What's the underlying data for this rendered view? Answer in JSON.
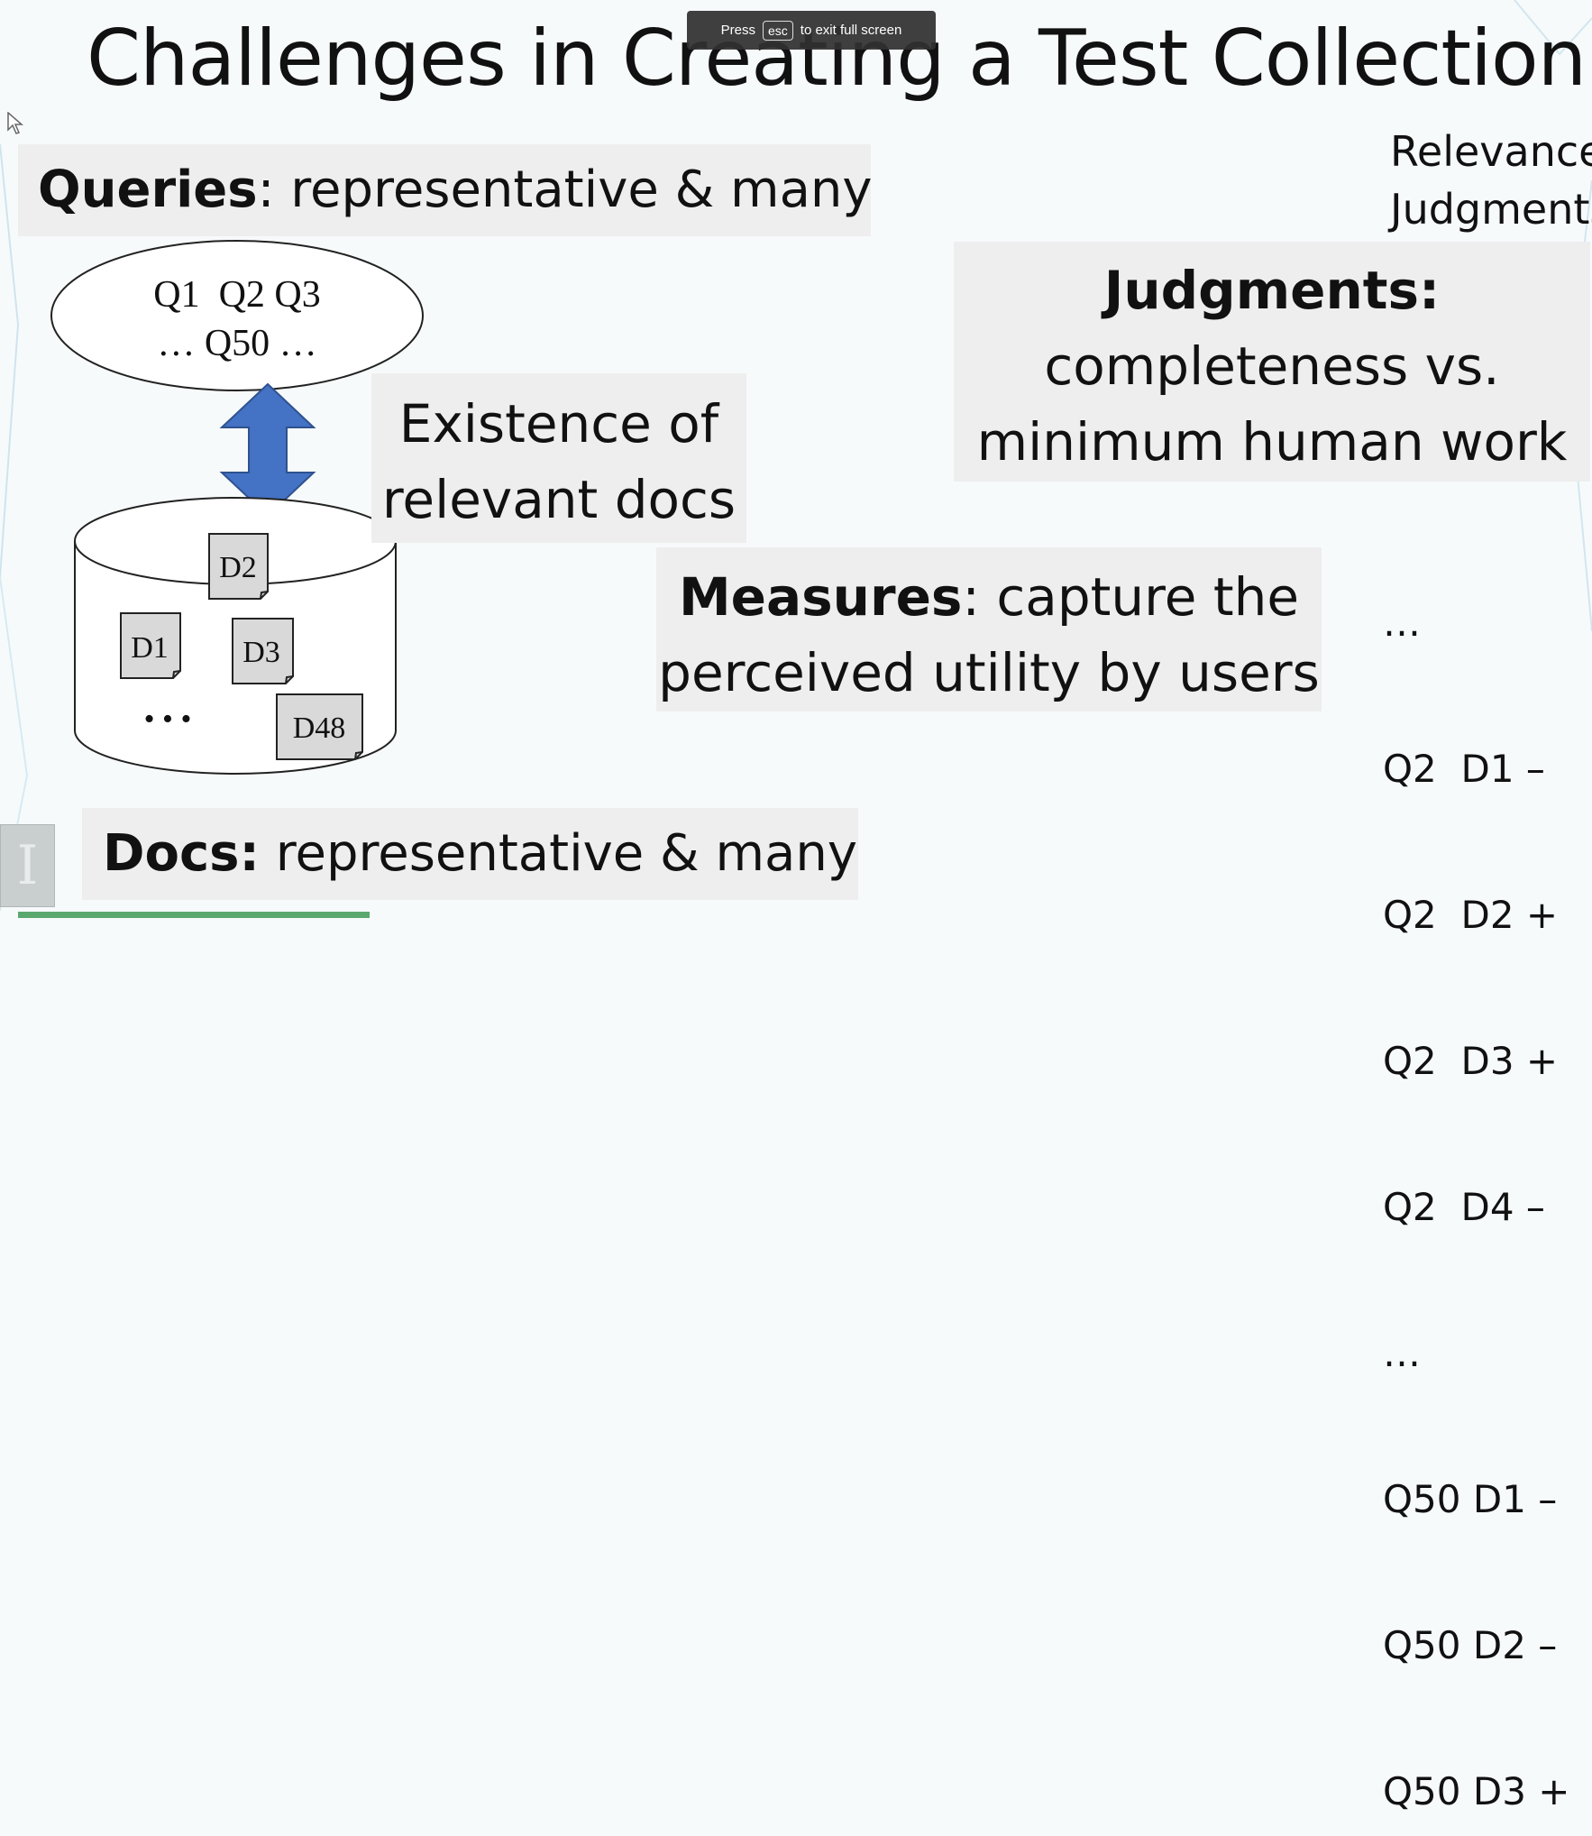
{
  "slide": {
    "title": "Challenges in Creating a Test Collection",
    "queries": {
      "bold": "Queries",
      "rest": ": representative & many"
    },
    "query_labels": {
      "line1": "Q1  Q2 Q3",
      "line2": "… Q50 …"
    },
    "existence": {
      "line1": "Existence of",
      "line2": "relevant docs"
    },
    "doc_labels": {
      "d1": "D1",
      "d2": "D2",
      "d3": "D3",
      "d48": "D48",
      "ellipsis": "• • •"
    },
    "judgments": {
      "bold": "Judgments:",
      "line2": "completeness vs.",
      "line3": "minimum human work"
    },
    "measures": {
      "bold": "Measures",
      "rest": ": capture the",
      "line2": "perceived utility by users"
    },
    "docs": {
      "bold": "Docs:",
      "rest": " representative & many"
    },
    "relevance": {
      "title_line1": "Relevance",
      "title_line2": "Judgments",
      "rows": [
        "…",
        "Q2  D1 –",
        "Q2  D2 +",
        "Q2  D3 +",
        "Q2  D4 –",
        "…",
        "Q50 D1 –",
        "Q50 D2 –",
        "Q50 D3 +"
      ]
    }
  },
  "fullscreen_toast": {
    "press": "Press",
    "key": "esc",
    "suffix": "to exit full screen"
  },
  "colors": {
    "arrow": "#4472c4",
    "box": "#eeeeee",
    "toast": "#303030"
  },
  "icons": {
    "cursor": "arrow-cursor-icon",
    "logo": "university-logo-icon"
  }
}
